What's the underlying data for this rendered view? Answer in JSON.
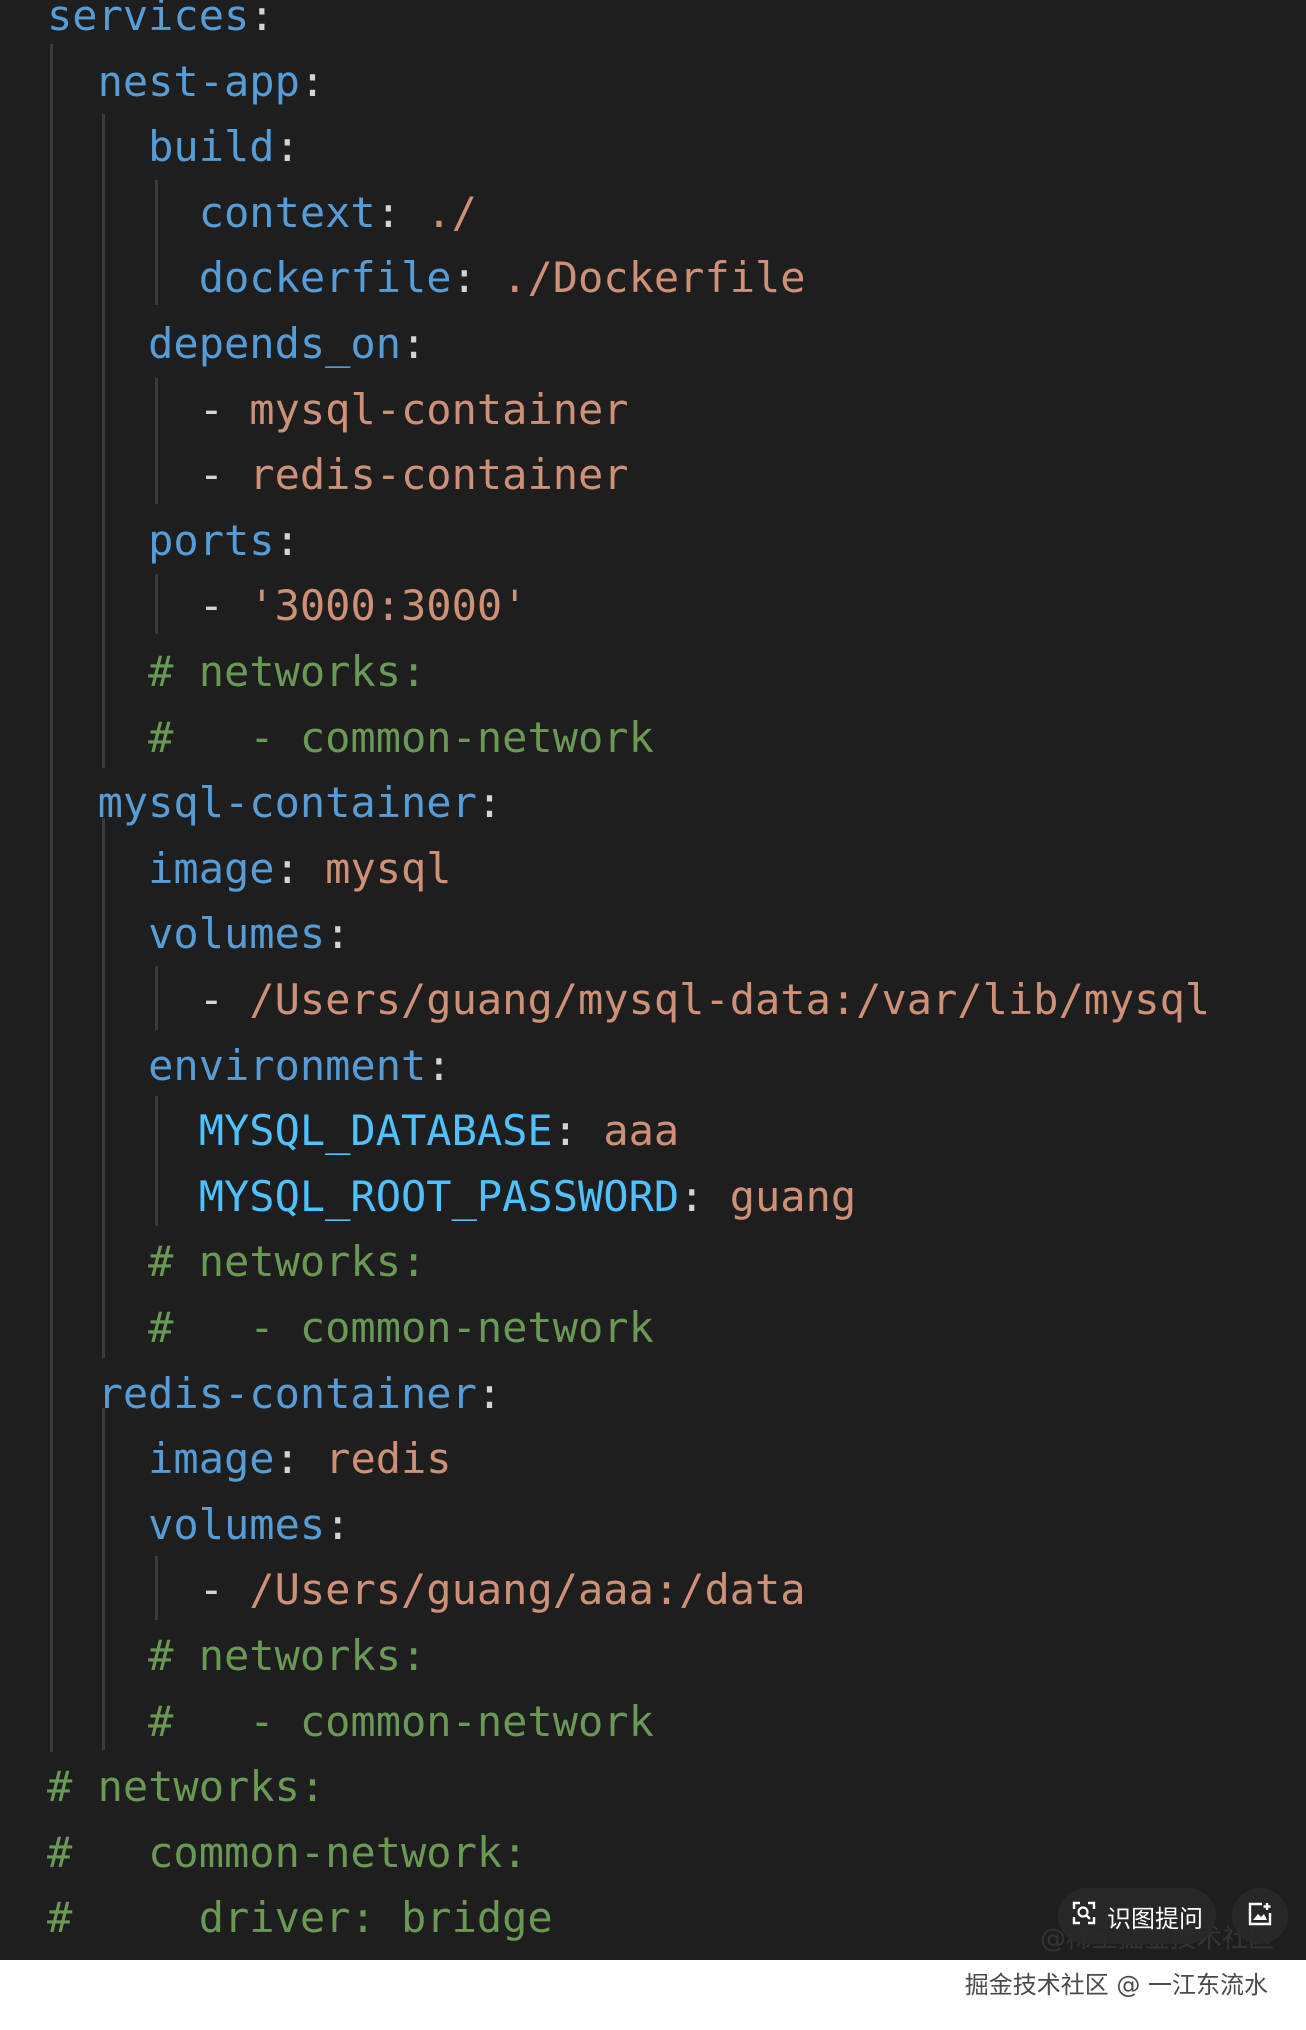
{
  "code_lines": [
    {
      "segments": [
        {
          "t": "services",
          "c": "key"
        },
        {
          "t": ":",
          "c": "punc"
        }
      ]
    },
    {
      "segments": [
        {
          "t": "  nest-app",
          "c": "key"
        },
        {
          "t": ":",
          "c": "punc"
        }
      ]
    },
    {
      "segments": [
        {
          "t": "    build",
          "c": "key"
        },
        {
          "t": ":",
          "c": "punc"
        }
      ]
    },
    {
      "segments": [
        {
          "t": "      context",
          "c": "key"
        },
        {
          "t": ": ",
          "c": "punc"
        },
        {
          "t": "./",
          "c": "str"
        }
      ]
    },
    {
      "segments": [
        {
          "t": "      dockerfile",
          "c": "key"
        },
        {
          "t": ": ",
          "c": "punc"
        },
        {
          "t": "./Dockerfile",
          "c": "str"
        }
      ]
    },
    {
      "segments": [
        {
          "t": "    depends_on",
          "c": "key"
        },
        {
          "t": ":",
          "c": "punc"
        }
      ]
    },
    {
      "segments": [
        {
          "t": "      - ",
          "c": "dash"
        },
        {
          "t": "mysql-container",
          "c": "str"
        }
      ]
    },
    {
      "segments": [
        {
          "t": "      - ",
          "c": "dash"
        },
        {
          "t": "redis-container",
          "c": "str"
        }
      ]
    },
    {
      "segments": [
        {
          "t": "    ports",
          "c": "key"
        },
        {
          "t": ":",
          "c": "punc"
        }
      ]
    },
    {
      "segments": [
        {
          "t": "      - ",
          "c": "dash"
        },
        {
          "t": "'3000:3000'",
          "c": "str"
        }
      ]
    },
    {
      "segments": [
        {
          "t": "    # networks:",
          "c": "comment"
        }
      ]
    },
    {
      "segments": [
        {
          "t": "    #   - common-network",
          "c": "comment"
        }
      ]
    },
    {
      "segments": [
        {
          "t": "  mysql-container",
          "c": "key"
        },
        {
          "t": ":",
          "c": "punc"
        }
      ]
    },
    {
      "segments": [
        {
          "t": "    image",
          "c": "key"
        },
        {
          "t": ": ",
          "c": "punc"
        },
        {
          "t": "mysql",
          "c": "str"
        }
      ]
    },
    {
      "segments": [
        {
          "t": "    volumes",
          "c": "key"
        },
        {
          "t": ":",
          "c": "punc"
        }
      ]
    },
    {
      "segments": [
        {
          "t": "      - ",
          "c": "dash"
        },
        {
          "t": "/Users/guang/mysql-data:/var/lib/mysql",
          "c": "str"
        }
      ]
    },
    {
      "segments": [
        {
          "t": "    environment",
          "c": "key"
        },
        {
          "t": ":",
          "c": "punc"
        }
      ]
    },
    {
      "segments": [
        {
          "t": "      MYSQL_DATABASE",
          "c": "envkey"
        },
        {
          "t": ": ",
          "c": "punc"
        },
        {
          "t": "aaa",
          "c": "str"
        }
      ]
    },
    {
      "segments": [
        {
          "t": "      MYSQL_ROOT_PASSWORD",
          "c": "envkey"
        },
        {
          "t": ": ",
          "c": "punc"
        },
        {
          "t": "guang",
          "c": "str"
        }
      ]
    },
    {
      "segments": [
        {
          "t": "    # networks:",
          "c": "comment"
        }
      ]
    },
    {
      "segments": [
        {
          "t": "    #   - common-network",
          "c": "comment"
        }
      ]
    },
    {
      "segments": [
        {
          "t": "  redis-container",
          "c": "key"
        },
        {
          "t": ":",
          "c": "punc"
        }
      ]
    },
    {
      "segments": [
        {
          "t": "    image",
          "c": "key"
        },
        {
          "t": ": ",
          "c": "punc"
        },
        {
          "t": "redis",
          "c": "str"
        }
      ]
    },
    {
      "segments": [
        {
          "t": "    volumes",
          "c": "key"
        },
        {
          "t": ":",
          "c": "punc"
        }
      ]
    },
    {
      "segments": [
        {
          "t": "      - ",
          "c": "dash"
        },
        {
          "t": "/Users/guang/aaa:/data",
          "c": "str"
        }
      ]
    },
    {
      "segments": [
        {
          "t": "    # networks:",
          "c": "comment"
        }
      ]
    },
    {
      "segments": [
        {
          "t": "    #   - common-network",
          "c": "comment"
        }
      ]
    },
    {
      "segments": [
        {
          "t": "# networks:",
          "c": "comment"
        }
      ]
    },
    {
      "segments": [
        {
          "t": "#   common-network:",
          "c": "comment"
        }
      ]
    },
    {
      "segments": [
        {
          "t": "#     driver: bridge",
          "c": "comment"
        }
      ]
    }
  ],
  "ocr_button": {
    "label": "识图提问",
    "icon": "scan-icon"
  },
  "share_button": {
    "icon": "image-edit-icon"
  },
  "watermark": "掘金技术社区 @ 一江东流水",
  "watermark_faint": "@稀土掘金技术社区",
  "colors": {
    "background": "#1e1e1e",
    "key": "#569cd6",
    "string": "#ce9178",
    "comment": "#6a9955",
    "env_key": "#4fc1ff",
    "punctuation": "#d4d4d4"
  }
}
